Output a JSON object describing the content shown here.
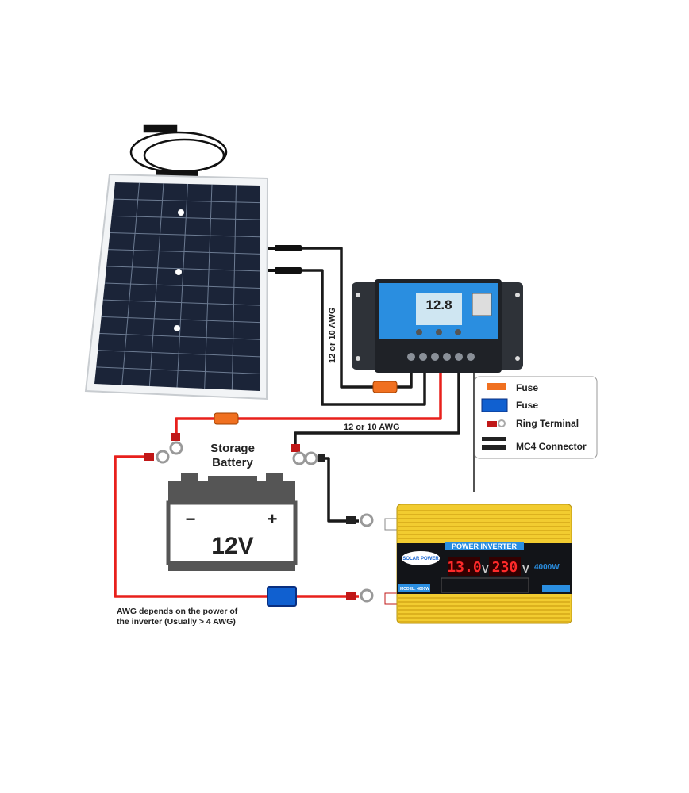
{
  "diagram": {
    "wire_label_vertical": "12 or 10 AWG",
    "wire_label_horizontal": "12 or 10 AWG",
    "battery": {
      "title_line1": "Storage",
      "title_line2": "Battery",
      "minus": "−",
      "plus": "+",
      "voltage": "12V"
    },
    "awg_note_line1": "AWG depends on the power of",
    "awg_note_line2": "the inverter (Usually > 4 AWG)",
    "controller": {
      "display_value": "12.8"
    },
    "inverter": {
      "title": "POWER INVERTER",
      "brand": "SOLAR POWER",
      "input_display": "13.0",
      "output_display": "230",
      "unit": "V",
      "power": "4000W",
      "model": "MODEL: 4000W"
    },
    "legend": {
      "items": [
        {
          "label": "Fuse",
          "icon": "orange-fuse",
          "color": "#f07020"
        },
        {
          "label": "Fuse",
          "icon": "blue-fuse",
          "color": "#1060d0"
        },
        {
          "label": "Ring Terminal",
          "icon": "ring-terminal",
          "color": "#c01818"
        },
        {
          "label": "MC4 Connector",
          "icon": "mc4-connector",
          "color": "#222222"
        }
      ]
    },
    "colors": {
      "positive_wire": "#e8201c",
      "negative_wire": "#1a1a1a",
      "inverter_body": "#f2cc30",
      "controller_face": "#2a8ee0"
    }
  }
}
